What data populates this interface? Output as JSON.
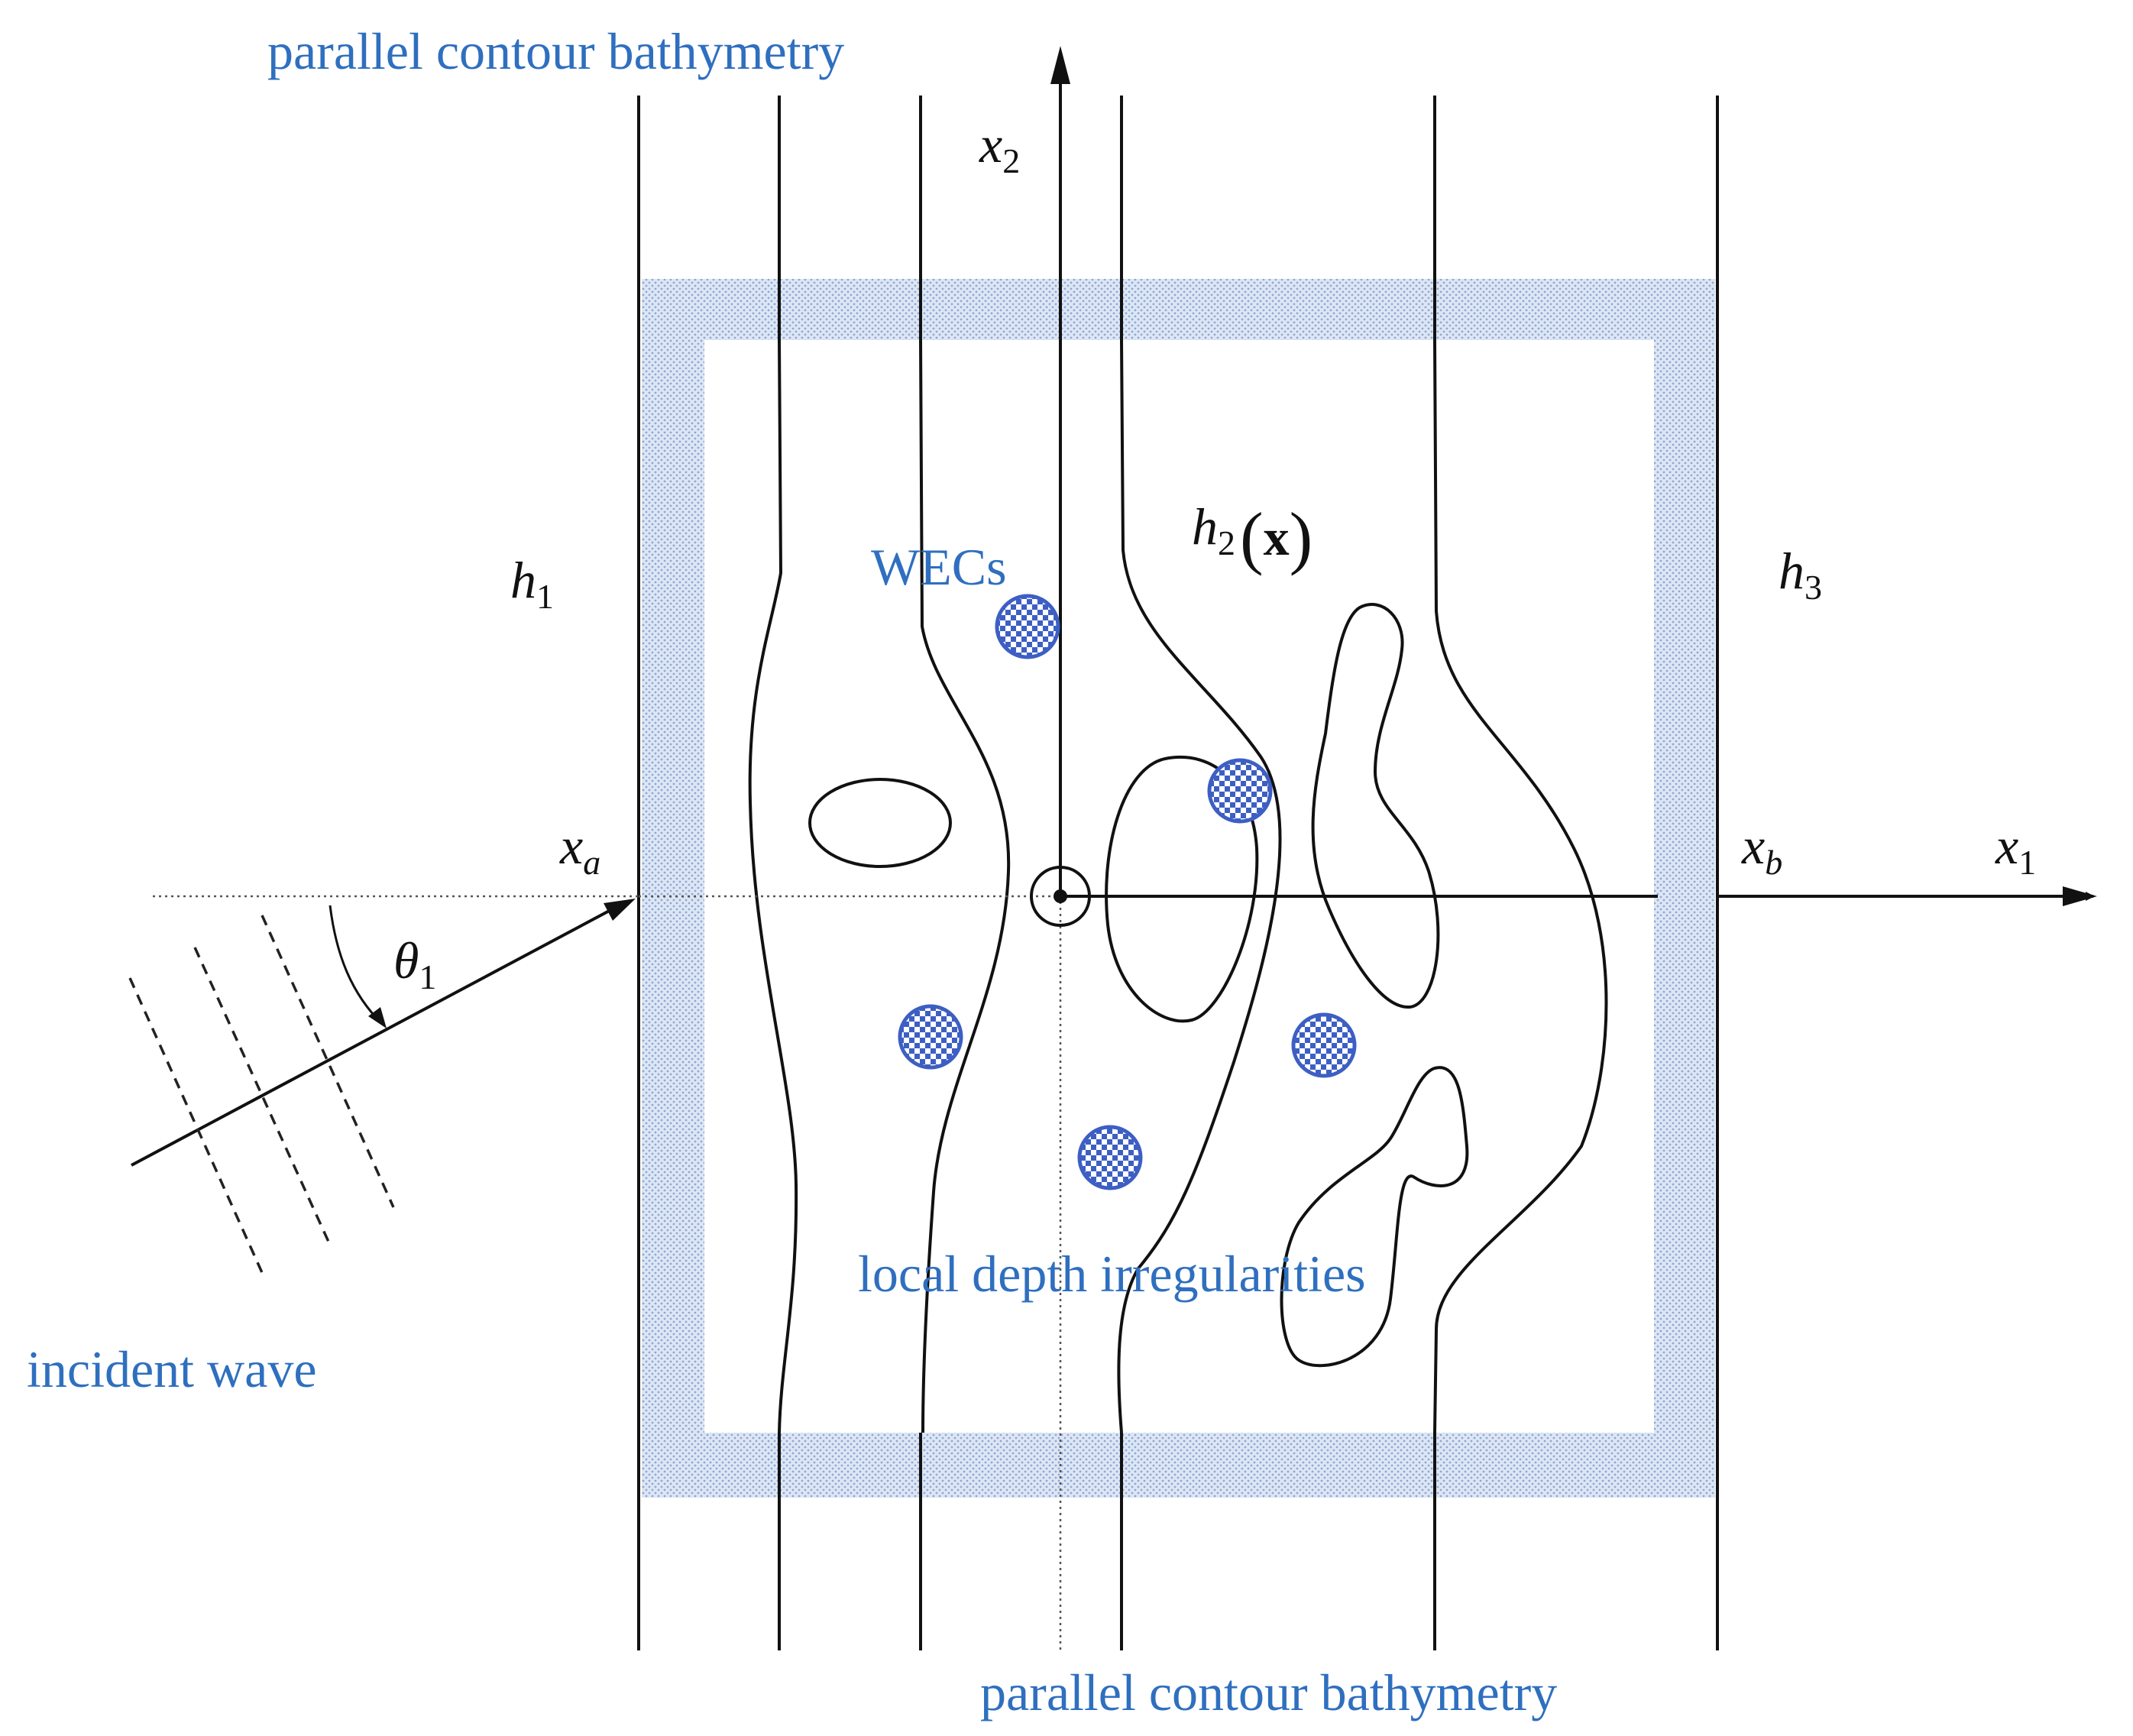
{
  "labels": {
    "top_title": "parallel contour bathymetry",
    "bottom_title": "parallel contour bathymetry",
    "wecs": "WECs",
    "irregularities": "local depth irregularities",
    "incident_wave": "incident wave"
  },
  "math": {
    "x2": {
      "base": "x",
      "sub": "2"
    },
    "x1": {
      "base": "x",
      "sub": "1"
    },
    "xa": {
      "base": "x",
      "sub": "a"
    },
    "xb": {
      "base": "x",
      "sub": "b"
    },
    "h1": {
      "base": "h",
      "sub": "1"
    },
    "h2": {
      "base": "h",
      "sub": "2",
      "arg": "x"
    },
    "h3": {
      "base": "h",
      "sub": "3"
    },
    "theta1": {
      "base": "θ",
      "sub": "1"
    }
  },
  "colors": {
    "label_blue": "#2f6fbf",
    "frame_fill": "#c8d6ec",
    "wec_blue": "#3d5fc4"
  }
}
